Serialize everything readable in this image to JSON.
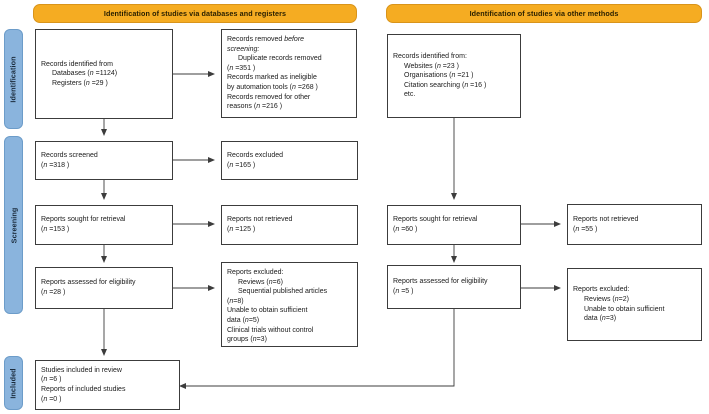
{
  "figure": {
    "type": "prisma-flow-diagram",
    "colors": {
      "banner_fill": "#f5ac22",
      "stage_fill": "#8ab4dd",
      "box_border": "#3c3c3c",
      "text": "#1a1a1a"
    }
  },
  "banners": [
    {
      "id": "databases",
      "label": "Identification of studies via databases and registers"
    },
    {
      "id": "other",
      "label": "Identification of studies via other methods"
    }
  ],
  "stages": [
    {
      "id": "identification",
      "label": "Identification"
    },
    {
      "id": "screening",
      "label": "Screening"
    },
    {
      "id": "included",
      "label": "Included"
    }
  ],
  "boxes": {
    "records_identified": {
      "name": "records-identified-from",
      "lines": [
        {
          "text": "Records identified from",
          "indent": 0,
          "italic_prefix": ""
        },
        {
          "text": "Databases (",
          "n_italic": "n",
          "n_value": " =1124)",
          "indent": 1
        },
        {
          "text": "Registers (",
          "n_italic": "n",
          "n_value": " =29 )",
          "indent": 1
        }
      ]
    },
    "records_removed": {
      "name": "records-removed-before-screening",
      "lines": [
        {
          "text": "Records removed ",
          "emph": "before",
          "indent": 0
        },
        {
          "text": "screening:",
          "indent": 0
        },
        {
          "text": "Duplicate records removed",
          "indent": 1
        },
        {
          "text": "(",
          "n_italic": "n",
          "n_value": " =351 )",
          "indent": 0
        },
        {
          "text": "Records marked as ineligible",
          "indent": 0
        },
        {
          "text": "by automation tools (",
          "n_italic": "n",
          "n_value": " =268 )",
          "indent": 0
        },
        {
          "text": "Records removed for other",
          "indent": 0
        },
        {
          "text": "reasons (",
          "n_italic": "n",
          "n_value": " =216 )",
          "indent": 0
        }
      ]
    },
    "records_screened": {
      "name": "records-screened",
      "lines": [
        {
          "text": "Records screened",
          "indent": 0
        },
        {
          "text": "(",
          "n_italic": "n",
          "n_value": " =318 )",
          "indent": 0
        }
      ]
    },
    "records_excluded": {
      "name": "records-excluded",
      "lines": [
        {
          "text": "Records excluded",
          "indent": 0
        },
        {
          "text": "(",
          "n_italic": "n",
          "n_value": " =165 )",
          "indent": 0
        }
      ]
    },
    "reports_sought": {
      "name": "reports-sought-for-retrieval",
      "lines": [
        {
          "text": "Reports sought for retrieval",
          "indent": 0
        },
        {
          "text": "(",
          "n_italic": "n",
          "n_value": " =153 )",
          "indent": 0
        }
      ]
    },
    "reports_not_retrieved": {
      "name": "reports-not-retrieved",
      "lines": [
        {
          "text": "Reports not retrieved",
          "indent": 0
        },
        {
          "text": "(",
          "n_italic": "n",
          "n_value": " =125 )",
          "indent": 0
        }
      ]
    },
    "reports_assessed": {
      "name": "reports-assessed-for-eligibility",
      "lines": [
        {
          "text": "Reports assessed for eligibility",
          "indent": 0
        },
        {
          "text": "(",
          "n_italic": "n",
          "n_value": " =28 )",
          "indent": 0
        }
      ]
    },
    "reports_excluded": {
      "name": "reports-excluded",
      "lines": [
        {
          "text": "Reports excluded:",
          "indent": 0
        },
        {
          "text": "Reviews (",
          "n_italic": "n",
          "n_value": "=6)",
          "indent": 1
        },
        {
          "text": "Sequential published articles",
          "indent": 1
        },
        {
          "text": "(",
          "n_italic": "n",
          "n_value": "=8)",
          "indent": 0
        },
        {
          "text": "Unable to obtain sufficient",
          "indent": 0
        },
        {
          "text": "data (",
          "n_italic": "n",
          "n_value": "=5)",
          "indent": 0
        },
        {
          "text": "Clinical trials without control",
          "indent": 0
        },
        {
          "text": "groups (",
          "n_italic": "n",
          "n_value": "=3)",
          "indent": 0
        }
      ]
    },
    "studies_included": {
      "name": "studies-included-in-review",
      "lines": [
        {
          "text": "Studies included in review",
          "indent": 0
        },
        {
          "text": "(",
          "n_italic": "n",
          "n_value": " =6 )",
          "indent": 0
        },
        {
          "text": "Reports of included studies",
          "indent": 0
        },
        {
          "text": "(",
          "n_italic": "n",
          "n_value": " =0 )",
          "indent": 0
        }
      ]
    },
    "records_identified_other": {
      "name": "records-identified-other-methods",
      "lines": [
        {
          "text": "Records identified from:",
          "indent": 0
        },
        {
          "text": "Websites (",
          "n_italic": "n",
          "n_value": " =23 )",
          "indent": 1
        },
        {
          "text": "Organisations (",
          "n_italic": "n",
          "n_value": " =21 )",
          "indent": 1
        },
        {
          "text": "Citation searching (",
          "n_italic": "n",
          "n_value": " =16 )",
          "indent": 1
        },
        {
          "text": "etc.",
          "indent": 1
        }
      ]
    },
    "reports_sought_other": {
      "name": "reports-sought-for-retrieval-other",
      "lines": [
        {
          "text": "Reports sought for retrieval",
          "indent": 0
        },
        {
          "text": "(",
          "n_italic": "n",
          "n_value": " =60 )",
          "indent": 0
        }
      ]
    },
    "reports_not_retrieved_other": {
      "name": "reports-not-retrieved-other",
      "lines": [
        {
          "text": "Reports not retrieved",
          "indent": 0
        },
        {
          "text": "(",
          "n_italic": "n",
          "n_value": " =55 )",
          "indent": 0
        }
      ]
    },
    "reports_assessed_other": {
      "name": "reports-assessed-for-eligibility-other",
      "lines": [
        {
          "text": "Reports assessed for eligibility",
          "indent": 0
        },
        {
          "text": "(",
          "n_italic": "n",
          "n_value": " =5 )",
          "indent": 0
        }
      ]
    },
    "reports_excluded_other": {
      "name": "reports-excluded-other",
      "lines": [
        {
          "text": "Reports excluded:",
          "indent": 0
        },
        {
          "text": "Reviews (",
          "n_italic": "n",
          "n_value": "=2)",
          "indent": 1
        },
        {
          "text": "Unable to obtain sufficient",
          "indent": 1
        },
        {
          "text": "data (",
          "n_italic": "n",
          "n_value": "=3)",
          "indent": 1
        }
      ]
    }
  },
  "counts": {
    "databases": 1124,
    "registers": 29,
    "duplicate_records_removed": 351,
    "marked_ineligible_automation": 268,
    "removed_other_reasons": 216,
    "records_screened": 318,
    "records_excluded": 165,
    "reports_sought": 153,
    "reports_not_retrieved": 125,
    "reports_assessed": 28,
    "excluded_reviews": 6,
    "excluded_sequential_published": 8,
    "excluded_unable_data": 5,
    "excluded_no_control_group": 3,
    "studies_included": 6,
    "reports_of_included_studies": 0,
    "websites": 23,
    "organisations": 21,
    "citation_searching": 16,
    "reports_sought_other": 60,
    "reports_not_retrieved_other": 55,
    "reports_assessed_other": 5,
    "excluded_reviews_other": 2,
    "excluded_unable_data_other": 3
  }
}
